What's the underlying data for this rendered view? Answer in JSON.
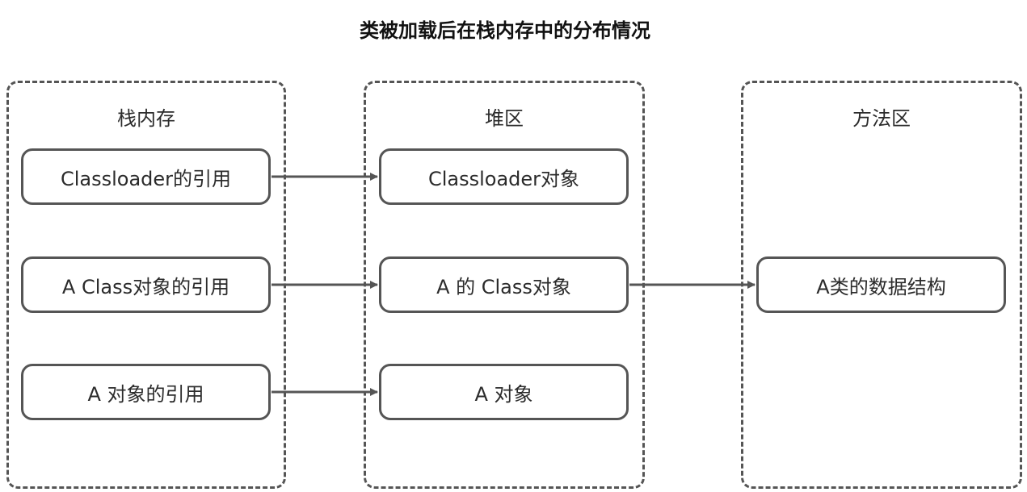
{
  "title": "类被加载后在栈内存中的分布情况",
  "regions": {
    "stack": {
      "label": "栈内存"
    },
    "heap": {
      "label": "堆区"
    },
    "method": {
      "label": "方法区"
    }
  },
  "nodes": {
    "classloader_ref": "Classloader的引用",
    "a_class_ref": "A Class对象的引用",
    "a_obj_ref": "A 对象的引用",
    "classloader_obj": "Classloader对象",
    "a_class_obj": "A 的 Class对象",
    "a_obj": "A 对象",
    "a_struct": "A类的数据结构"
  },
  "edges": [
    {
      "from": "classloader_ref",
      "to": "classloader_obj"
    },
    {
      "from": "a_class_ref",
      "to": "a_class_obj"
    },
    {
      "from": "a_obj_ref",
      "to": "a_obj"
    },
    {
      "from": "a_class_obj",
      "to": "a_struct"
    }
  ],
  "colors": {
    "stroke": "#555555",
    "text": "#2b2b2b"
  }
}
